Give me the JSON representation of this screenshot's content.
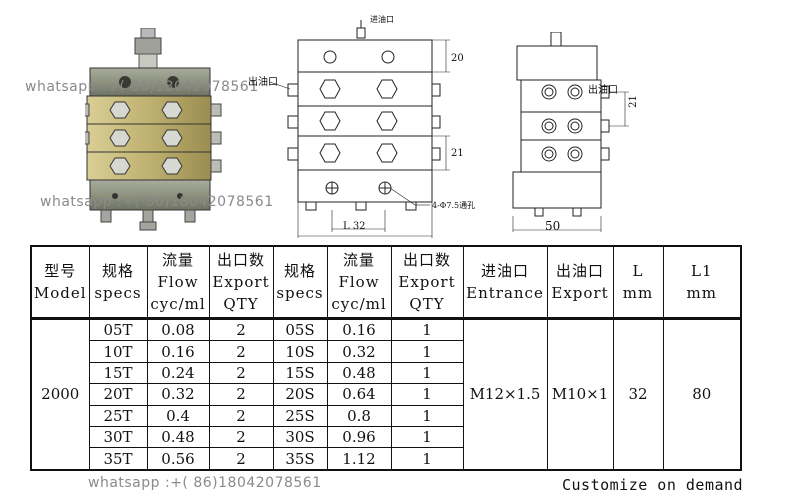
{
  "watermarks": [
    "whatsapp :+( 86)18042078561",
    "whatsapp :+( 86)18042078561",
    "whatsapp :+( 86)18042078561"
  ],
  "drawing": {
    "front": {
      "inlet_label": "进油口",
      "outlet_label": "出油口",
      "dim_top": "20",
      "dim_section": "21",
      "dim_L": "L 32",
      "hole_note": "4-Φ7.5通孔"
    },
    "side": {
      "outlet_label": "出油口",
      "dim_pitch": "21",
      "dim_width": "50"
    }
  },
  "table": {
    "headers": [
      [
        "型号",
        "Model"
      ],
      [
        "规格",
        "specs"
      ],
      [
        "流量",
        "Flow",
        "cyc/ml"
      ],
      [
        "出口数",
        "Export",
        "QTY"
      ],
      [
        "规格",
        "specs"
      ],
      [
        "流量",
        "Flow",
        "cyc/ml"
      ],
      [
        "出口数",
        "Export",
        "QTY"
      ],
      [
        "进油口",
        "Entrance"
      ],
      [
        "出油口",
        "Export"
      ],
      [
        "L",
        "mm"
      ],
      [
        "L1",
        "mm"
      ]
    ],
    "model": "2000",
    "rows": [
      [
        "05T",
        "0.08",
        "2",
        "05S",
        "0.16",
        "1"
      ],
      [
        "10T",
        "0.16",
        "2",
        "10S",
        "0.32",
        "1"
      ],
      [
        "15T",
        "0.24",
        "2",
        "15S",
        "0.48",
        "1"
      ],
      [
        "20T",
        "0.32",
        "2",
        "20S",
        "0.64",
        "1"
      ],
      [
        "25T",
        "0.4",
        "2",
        "25S",
        "0.8",
        "1"
      ],
      [
        "30T",
        "0.48",
        "2",
        "30S",
        "0.96",
        "1"
      ],
      [
        "35T",
        "0.56",
        "2",
        "35S",
        "1.12",
        "1"
      ]
    ],
    "entrance": "M12×1.5",
    "export": "M10×1",
    "L": "32",
    "L1": "80"
  },
  "footer": "Customize on demand"
}
